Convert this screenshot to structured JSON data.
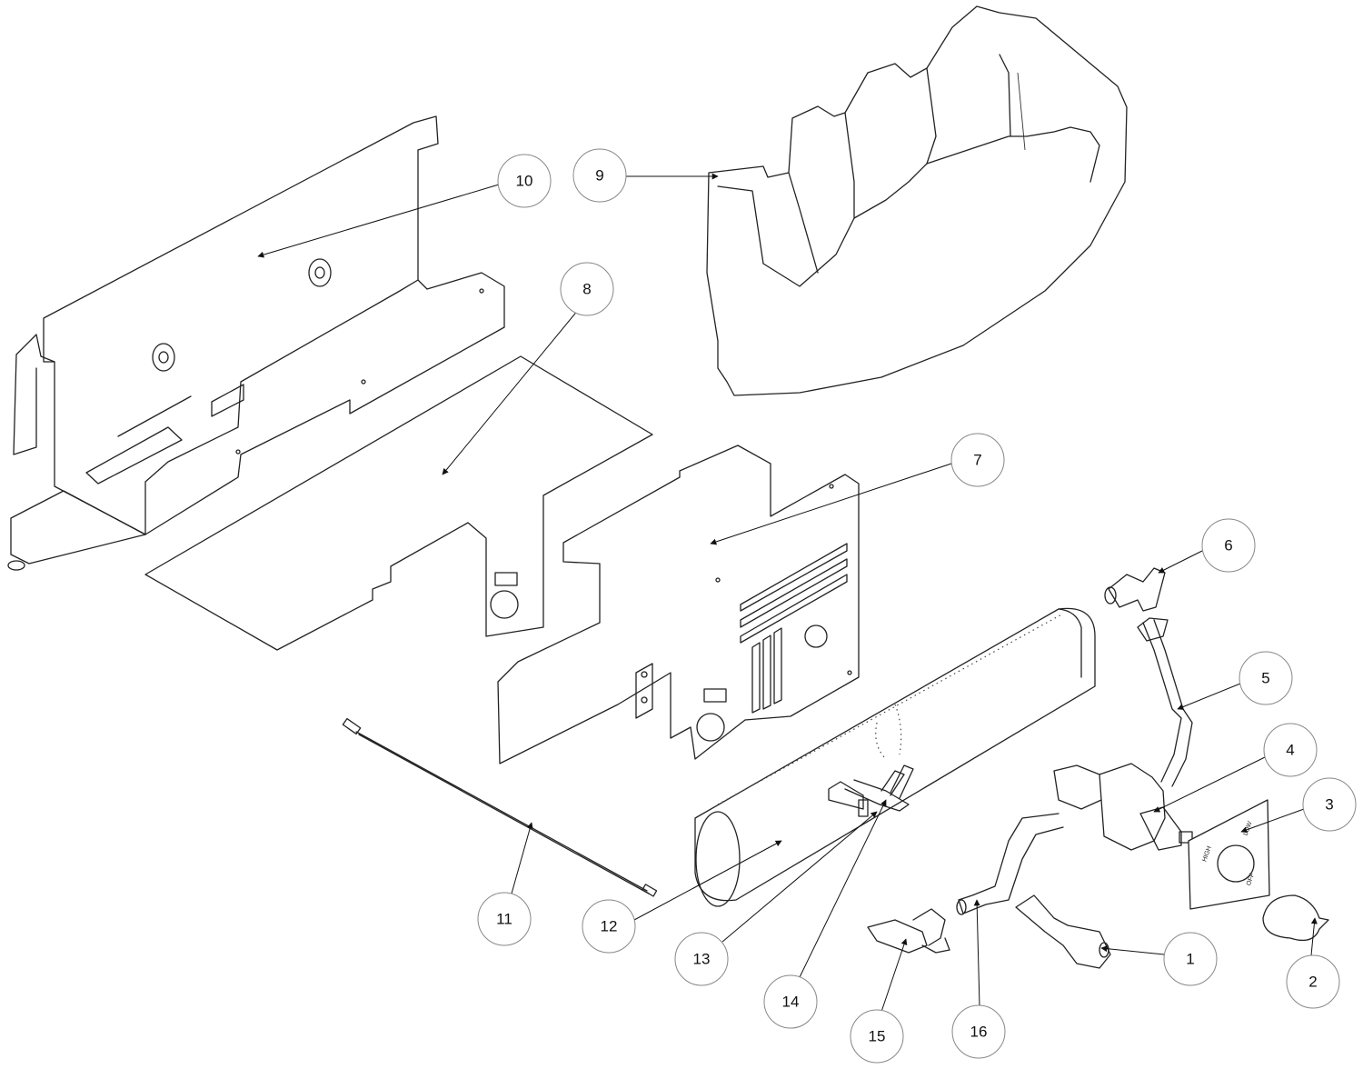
{
  "callouts": [
    {
      "id": "1",
      "label": "1"
    },
    {
      "id": "2",
      "label": "2"
    },
    {
      "id": "3",
      "label": "3"
    },
    {
      "id": "4",
      "label": "4"
    },
    {
      "id": "5",
      "label": "5"
    },
    {
      "id": "6",
      "label": "6"
    },
    {
      "id": "7",
      "label": "7"
    },
    {
      "id": "8",
      "label": "8"
    },
    {
      "id": "9",
      "label": "9"
    },
    {
      "id": "10",
      "label": "10"
    },
    {
      "id": "11",
      "label": "11"
    },
    {
      "id": "12",
      "label": "12"
    },
    {
      "id": "13",
      "label": "13"
    },
    {
      "id": "14",
      "label": "14"
    },
    {
      "id": "15",
      "label": "15"
    },
    {
      "id": "16",
      "label": "16"
    }
  ],
  "valve_plate": {
    "low": "LOW",
    "high": "HIGH",
    "off": "OFF"
  }
}
